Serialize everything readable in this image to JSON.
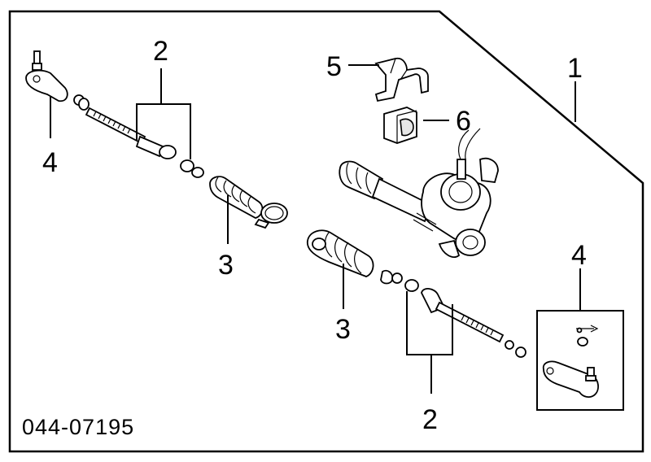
{
  "diagram": {
    "callouts": {
      "rack_assembly": "1",
      "tie_rod_left": "2",
      "tie_rod_right": "2",
      "boot_left": "3",
      "boot_right": "3",
      "tie_rod_end_left": "4",
      "tie_rod_end_right": "4",
      "bracket": "5",
      "bushing": "6"
    },
    "part_code": "044-07195"
  }
}
